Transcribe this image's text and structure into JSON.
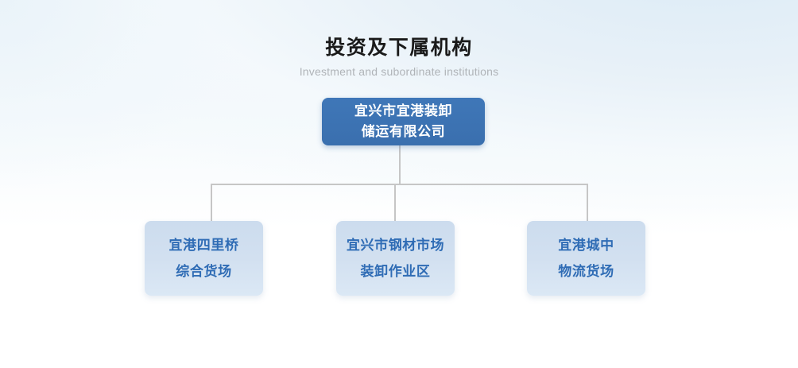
{
  "header": {
    "title": "投资及下属机构",
    "subtitle": "Investment and subordinate institutions"
  },
  "org_chart": {
    "root": {
      "lines": [
        "宜兴市宜港装卸",
        "储运有限公司"
      ],
      "bg_color": "#3a72b5",
      "text_color": "#ffffff"
    },
    "children": [
      {
        "lines": [
          "宜港四里桥",
          "综合货场"
        ],
        "bg_color": "#d2e0f0",
        "text_color": "#2f6cb5"
      },
      {
        "lines": [
          "宜兴市钢材市场",
          "装卸作业区"
        ],
        "bg_color": "#d2e0f0",
        "text_color": "#2f6cb5"
      },
      {
        "lines": [
          "宜港城中",
          "物流货场"
        ],
        "bg_color": "#d2e0f0",
        "text_color": "#2f6cb5"
      }
    ],
    "connector_color": "#c6c6c6"
  },
  "colors": {
    "background_top": "#eef5fa",
    "background_bottom": "#ffffff",
    "accent_blue": "#3a72b5",
    "subtitle_gray": "#b0b4b8"
  }
}
